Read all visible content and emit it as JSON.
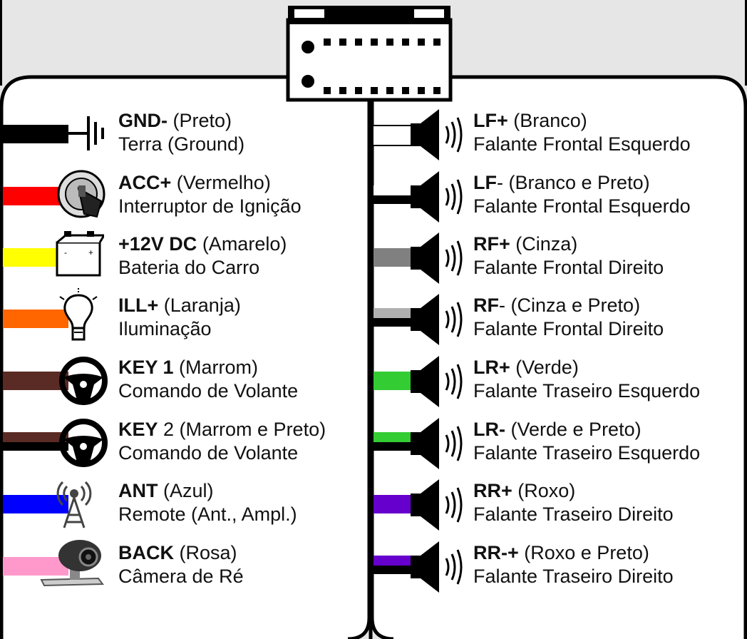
{
  "left": [
    {
      "code": "GND-",
      "rest": " (Preto)",
      "desc": "Terra (Ground)",
      "color": "#000000",
      "icon": "ground-icon"
    },
    {
      "code": "ACC+",
      "rest": " (Vermelho)",
      "desc": "Interruptor de Ignição",
      "color": "#ff0000",
      "icon": "ignition-key-icon"
    },
    {
      "code": "+12V DC",
      "rest": " (Amarelo)",
      "desc": "Bateria do Carro",
      "color": "#ffff00",
      "icon": "battery-icon"
    },
    {
      "code": "ILL+",
      "rest": " (Laranja)",
      "desc": "Iluminação",
      "color": "#ff6600",
      "icon": "light-bulb-icon"
    },
    {
      "code": "KEY 1",
      "rest": " (Marrom)",
      "desc": "Comando de Volante",
      "color": "#5a2a24",
      "icon": "steering-wheel-icon"
    },
    {
      "code": "KEY",
      "rest": " 2 (Marrom e Preto)",
      "desc": "Comando de Volante",
      "color": "#5a2a24",
      "stripe": "#000000",
      "icon": "steering-wheel-icon"
    },
    {
      "code": "ANT",
      "rest": " (Azul)",
      "desc": "Remote (Ant., Ampl.)",
      "color": "#0000ff",
      "icon": "antenna-icon"
    },
    {
      "code": "BACK",
      "rest": " (Rosa)",
      "desc": "Câmera de Ré",
      "color": "#ff99cc",
      "icon": "camera-icon"
    }
  ],
  "right": [
    {
      "code": "LF+",
      "rest": " (Branco)",
      "desc": "Falante Frontal Esquerdo",
      "color": "#ffffff",
      "icon": "speaker-icon"
    },
    {
      "code": "LF",
      "rest": "- (Branco e Preto)",
      "desc": "Falante Frontal Esquerdo",
      "color": "#ffffff",
      "stripe": "#000000",
      "icon": "speaker-icon"
    },
    {
      "code": "RF+",
      "rest": " (Cinza)",
      "desc": "Falante Frontal Direito",
      "color": "#808080",
      "icon": "speaker-icon"
    },
    {
      "code": "RF",
      "rest": "- (Cinza e Preto)",
      "desc": "Falante Frontal Direito",
      "color": "#b0b0b0",
      "stripe": "#000000",
      "icon": "speaker-icon"
    },
    {
      "code": "LR+",
      "rest": " (Verde)",
      "desc": "Falante Traseiro Esquerdo",
      "color": "#33cc33",
      "icon": "speaker-icon"
    },
    {
      "code": "LR-",
      "rest": " (Verde e Preto)",
      "desc": "Falante Traseiro Esquerdo",
      "color": "#33cc33",
      "stripe": "#000000",
      "icon": "speaker-icon"
    },
    {
      "code": "RR+",
      "rest": " (Roxo)",
      "desc": "Falante Traseiro Direito",
      "color": "#6600cc",
      "icon": "speaker-icon"
    },
    {
      "code": "RR-+",
      "rest": " (Roxo e Preto)",
      "desc": "Falante Traseiro Direito",
      "color": "#6600cc",
      "stripe": "#000000",
      "icon": "speaker-icon"
    }
  ],
  "connector_icon": "wiring-connector-icon"
}
